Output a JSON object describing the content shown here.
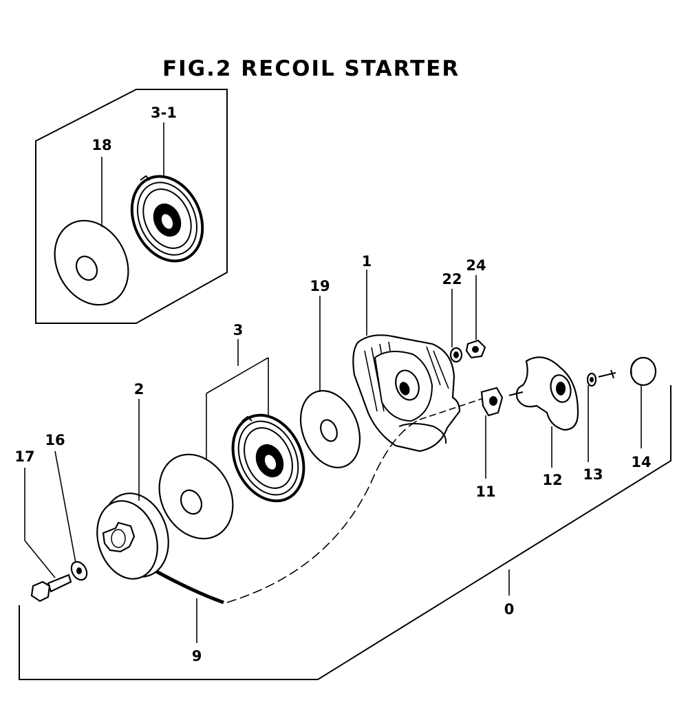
{
  "title": "FIG.2   RECOIL  STARTER",
  "labels": {
    "p3_1": "3-1",
    "p18": "18",
    "p1": "1",
    "p22": "22",
    "p24": "24",
    "p19": "19",
    "p3": "3",
    "p2": "2",
    "p16": "16",
    "p17": "17",
    "p11": "11",
    "p12": "12",
    "p13": "13",
    "p14": "14",
    "p0": "0",
    "p9": "9"
  }
}
